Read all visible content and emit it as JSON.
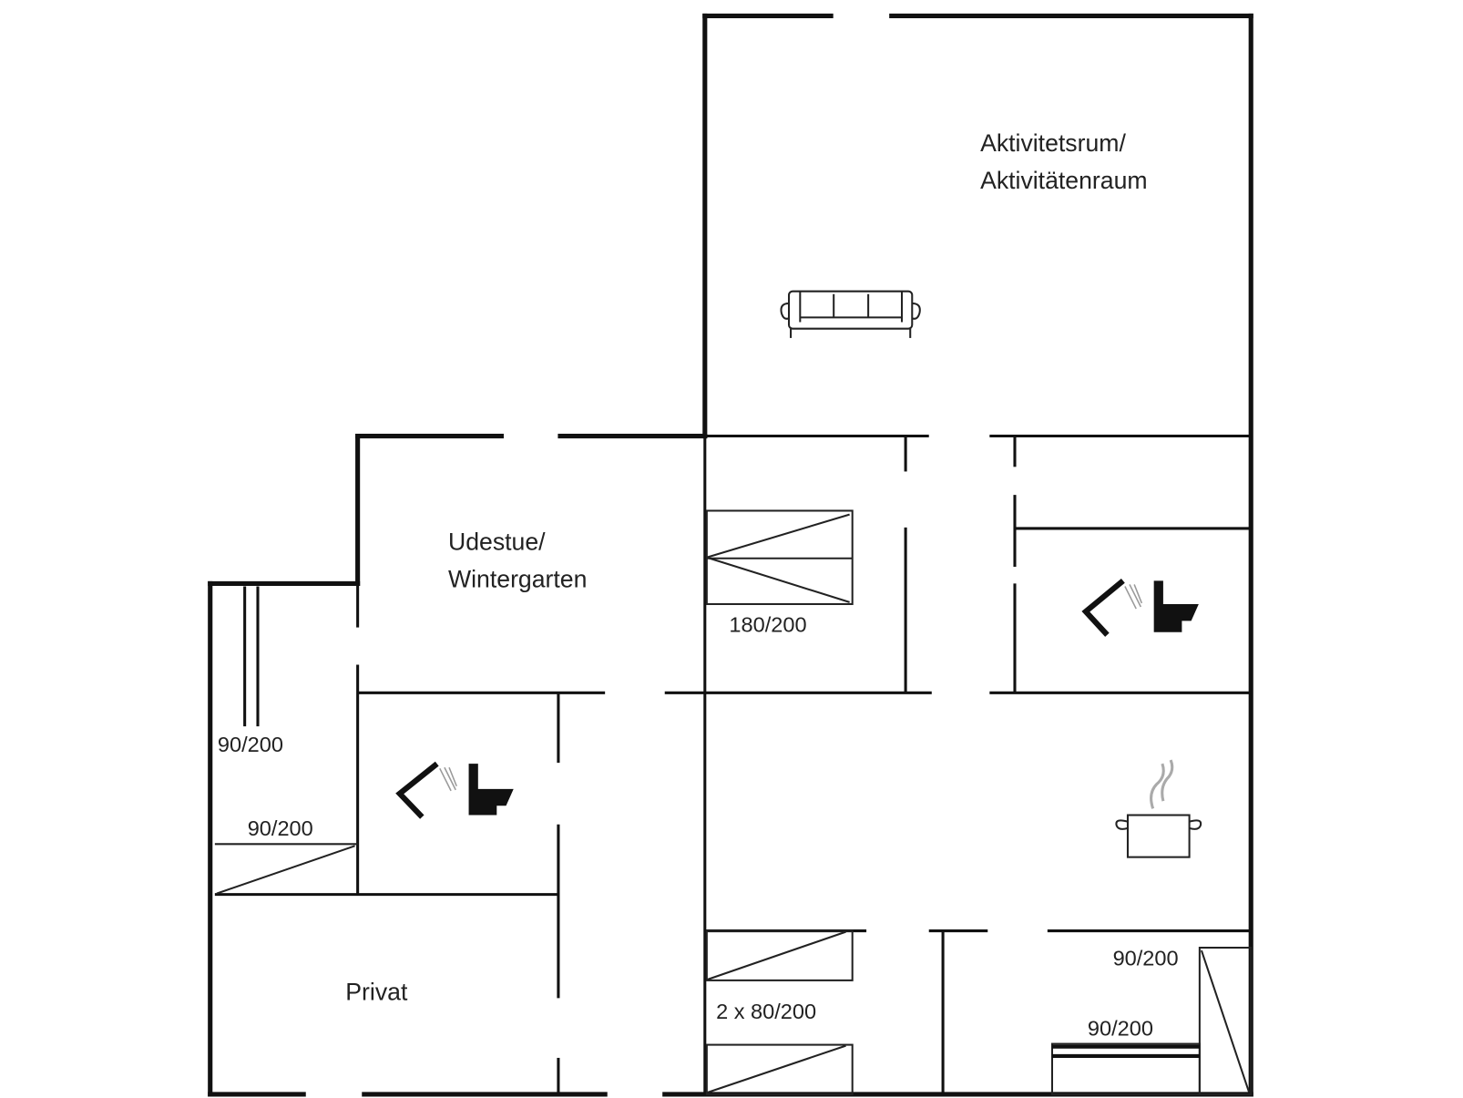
{
  "rooms": {
    "activity": {
      "line1": "Aktivitetsrum/",
      "line2": "Aktivitätenraum"
    },
    "wintergarden": {
      "line1": "Udestue/",
      "line2": "Wintergarten"
    },
    "private": "Privat"
  },
  "beds": {
    "double": "180/200",
    "left_upper": "90/200",
    "left_lower": "90/200",
    "twin": "2 x 80/200",
    "right_upper": "90/200",
    "right_lower": "90/200"
  },
  "icons": [
    "sofa-icon",
    "shower-icon",
    "toilet-icon",
    "cooking-pot-icon"
  ]
}
